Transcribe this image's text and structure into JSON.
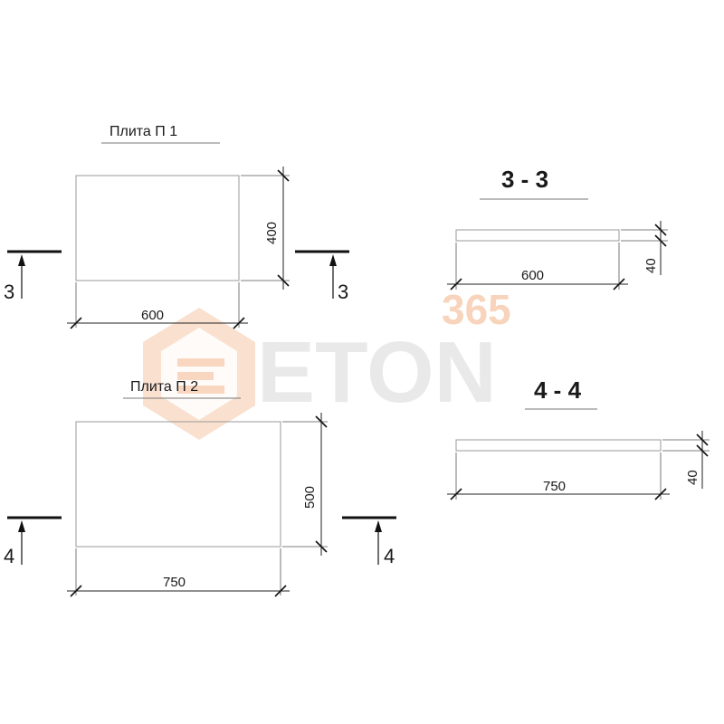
{
  "plates": [
    {
      "title": "Плита П 1",
      "length_label": "600",
      "width_label": "400",
      "cut_label": "3"
    },
    {
      "title": "Плита П 2",
      "length_label": "750",
      "width_label": "500",
      "cut_label": "4"
    }
  ],
  "sections": [
    {
      "title": "3 - 3",
      "length_label": "600",
      "thickness_label": "40"
    },
    {
      "title": "4 - 4",
      "length_label": "750",
      "thickness_label": "40"
    }
  ],
  "watermark": {
    "text_top": "365",
    "text_main": "ETON",
    "color": "#f4c9a8"
  }
}
